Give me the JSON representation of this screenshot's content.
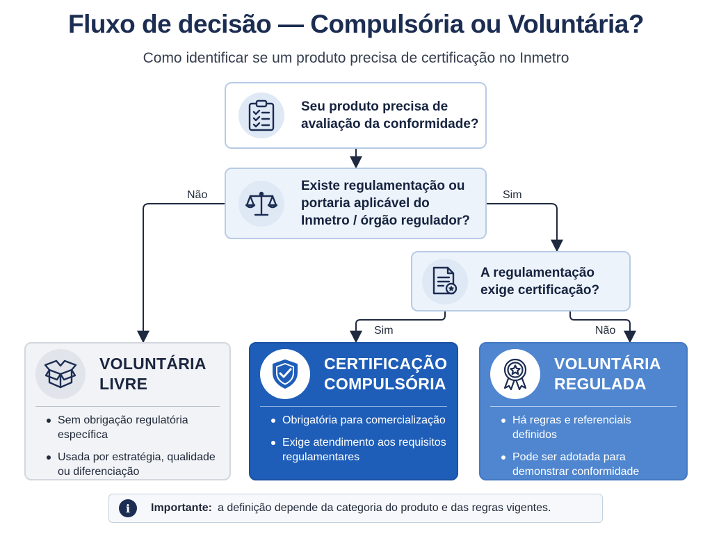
{
  "header": {
    "title": "Fluxo de decisão — Compulsória ou Voluntária?",
    "subtitle": "Como identificar se um produto precisa de certificação no Inmetro"
  },
  "nodes": {
    "q1": {
      "lines": [
        "Seu produto precisa de",
        "avaliação da conformidade?"
      ],
      "icon": "clipboard-checklist-icon"
    },
    "q2": {
      "lines": [
        "Existe regulamentação ou",
        "portaria aplicável do",
        "Inmetro / órgão regulador?"
      ],
      "icon": "scales-icon"
    },
    "q3": {
      "lines": [
        "A regulamentação",
        "exige certificação?"
      ],
      "icon": "certificate-document-icon"
    }
  },
  "edges": {
    "q2_no": "Não",
    "q2_yes": "Sim",
    "q3_yes": "Sim",
    "q3_no": "Não"
  },
  "outcomes": {
    "voluntaria_livre": {
      "title_lines": [
        "VOLUNTÁRIA",
        "LIVRE"
      ],
      "icon": "open-box-icon",
      "bullets": [
        "Sem obrigação regulatória específica",
        "Usada por estratégia, qualidade ou diferenciação"
      ]
    },
    "certificacao_compulsoria": {
      "title_lines": [
        "CERTIFICAÇÃO",
        "COMPULSÓRIA"
      ],
      "icon": "shield-check-icon",
      "bullets": [
        "Obrigatória para comercialização",
        "Exige atendimento aos requisitos regulamentares"
      ]
    },
    "voluntaria_regulada": {
      "title_lines": [
        "VOLUNTÁRIA",
        "REGULADA"
      ],
      "icon": "award-ribbon-icon",
      "bullets": [
        "Há regras e referenciais definidos",
        "Pode ser adotada para demonstrar conformidade"
      ]
    }
  },
  "note": {
    "icon": "info-icon",
    "label": "Importante:",
    "text": "a definição depende da categoria do produto e das regras vigentes."
  },
  "colors": {
    "navy": "#1c2d52",
    "connector": "#1f2a40",
    "compulsoria_blue": "#1f5eb8",
    "regulada_blue": "#4f86cf",
    "livre_gray": "#f1f3f6"
  }
}
